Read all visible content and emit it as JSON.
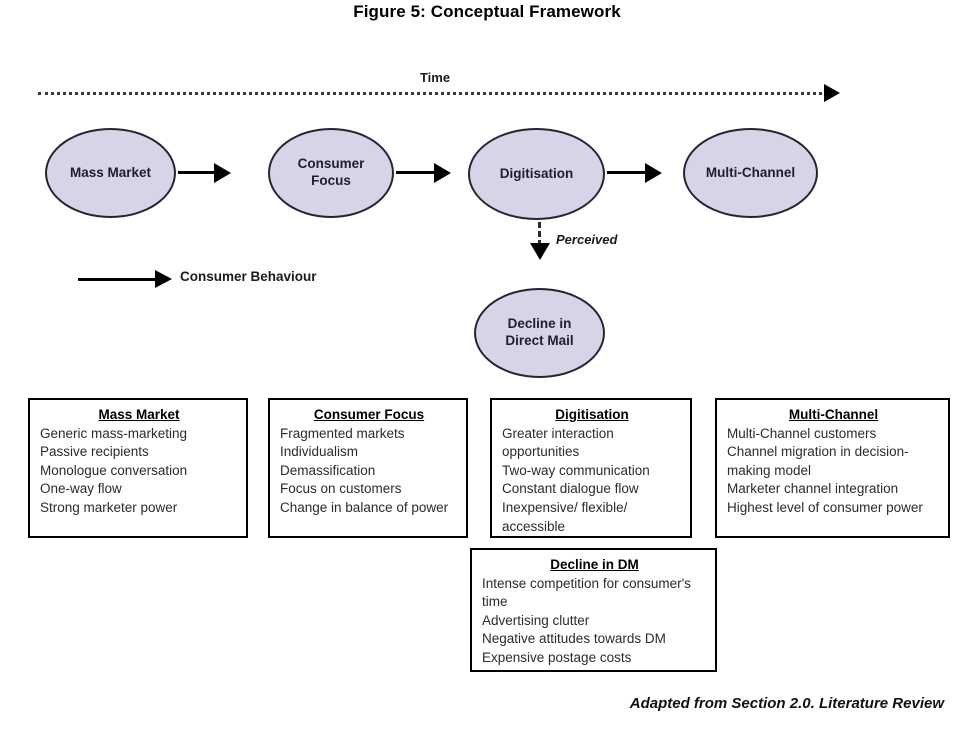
{
  "figure": {
    "title": "Figure 5: Conceptual Framework",
    "source_note": "Adapted from Section 2.0. Literature Review"
  },
  "timeline": {
    "label": "Time"
  },
  "legend": {
    "label": "Consumer Behaviour"
  },
  "flow": {
    "nodes": [
      {
        "id": "mass-market",
        "label": "Mass Market"
      },
      {
        "id": "consumer-focus",
        "label": "Consumer\nFocus"
      },
      {
        "id": "digitisation",
        "label": "Digitisation"
      },
      {
        "id": "multi-channel",
        "label": "Multi-Channel"
      },
      {
        "id": "decline-dm",
        "label": "Decline in\nDirect Mail"
      }
    ],
    "branch_label": "Perceived"
  },
  "boxes": [
    {
      "id": "mass-market",
      "title": "Mass Market",
      "items": [
        "Generic mass-marketing",
        "Passive recipients",
        "Monologue conversation",
        "One-way flow",
        "Strong marketer power"
      ]
    },
    {
      "id": "consumer-focus",
      "title": "Consumer Focus",
      "items": [
        "Fragmented markets",
        "Individualism",
        "Demassification",
        "Focus on customers",
        "Change in balance of power"
      ]
    },
    {
      "id": "digitisation",
      "title": "Digitisation",
      "items": [
        "Greater interaction opportunities",
        "Two-way communication",
        "Constant dialogue flow",
        "Inexpensive/ flexible/ accessible"
      ]
    },
    {
      "id": "multi-channel",
      "title": "Multi-Channel",
      "items": [
        "Multi-Channel customers",
        "Channel migration in decision-making model",
        "Marketer channel integration",
        "Highest level of consumer power"
      ]
    },
    {
      "id": "decline-dm",
      "title": "Decline in DM",
      "items": [
        "Intense competition for consumer's time",
        "Advertising clutter",
        "Negative attitudes towards DM",
        "Expensive postage costs"
      ]
    }
  ],
  "colors": {
    "node_fill": "#d9d3e8",
    "node_stroke": "#262430",
    "line": "#000000"
  }
}
